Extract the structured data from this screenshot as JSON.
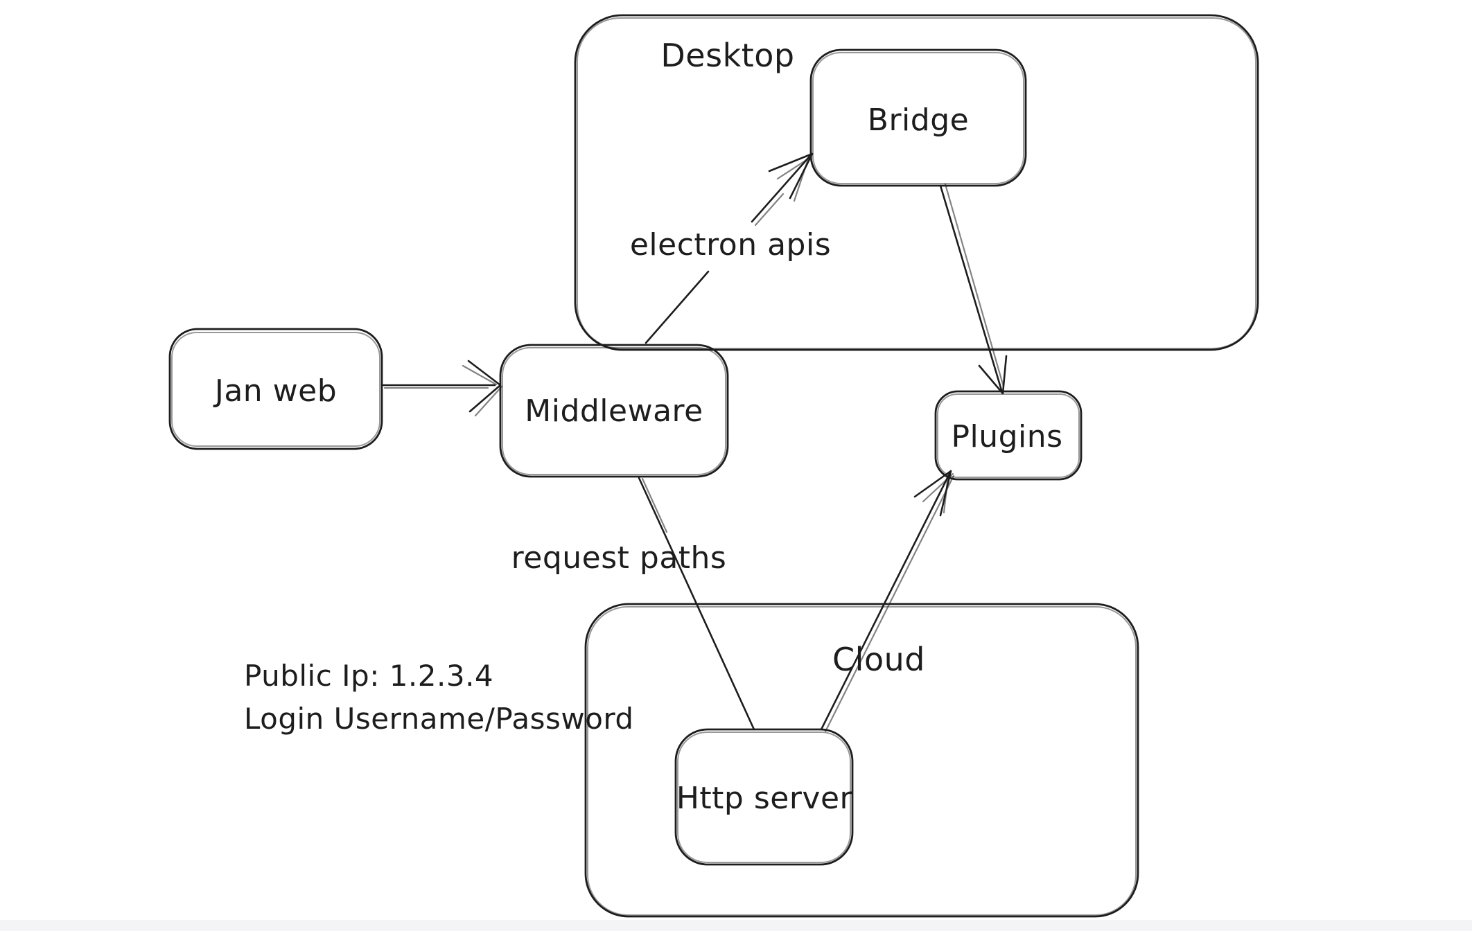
{
  "canvas": {
    "background": "#ffffff",
    "stroke_color": "#1d1d1d",
    "bottom_strip_color": "#f4f4f6"
  },
  "containers": {
    "desktop": {
      "label": "Desktop"
    },
    "cloud": {
      "label": "Cloud"
    }
  },
  "nodes": {
    "jan_web": {
      "label": "Jan web"
    },
    "middleware": {
      "label": "Middleware"
    },
    "bridge": {
      "label": "Bridge"
    },
    "plugins": {
      "label": "Plugins"
    },
    "http_server": {
      "label": "Http server"
    }
  },
  "edge_labels": {
    "electron_apis": "electron apis",
    "request_paths": "request paths"
  },
  "annotations": {
    "line1": "Public Ip: 1.2.3.4",
    "line2": "Login Username/Password"
  }
}
